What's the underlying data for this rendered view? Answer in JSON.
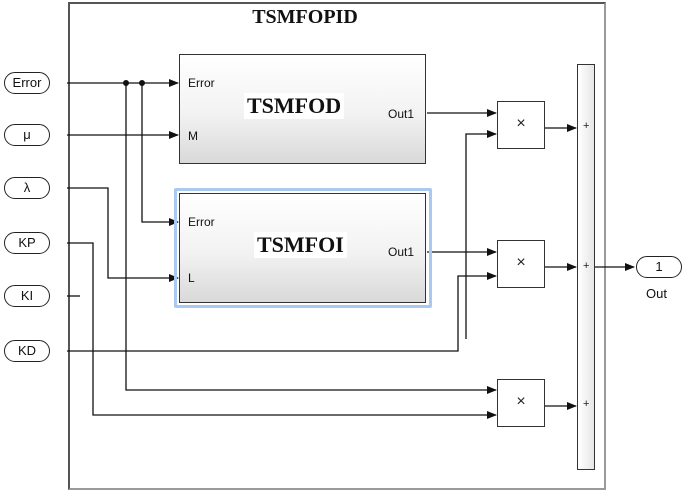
{
  "diagram": {
    "subsystem_title": "TSMFOPID",
    "inports": [
      {
        "label": "Error"
      },
      {
        "label": "μ"
      },
      {
        "label": "λ"
      },
      {
        "label": "KP"
      },
      {
        "label": "KI"
      },
      {
        "label": "KD"
      }
    ],
    "tsmfod": {
      "title": "TSMFOD",
      "in1": "Error",
      "in2": "M",
      "out": "Out1"
    },
    "tsmfoi": {
      "title": "TSMFOI",
      "in1": "Error",
      "in2": "L",
      "out": "Out1"
    },
    "product_symbol": "×",
    "sum_signs": [
      "+",
      "+",
      "+"
    ],
    "outport": {
      "number": "1",
      "label": "Out"
    }
  }
}
